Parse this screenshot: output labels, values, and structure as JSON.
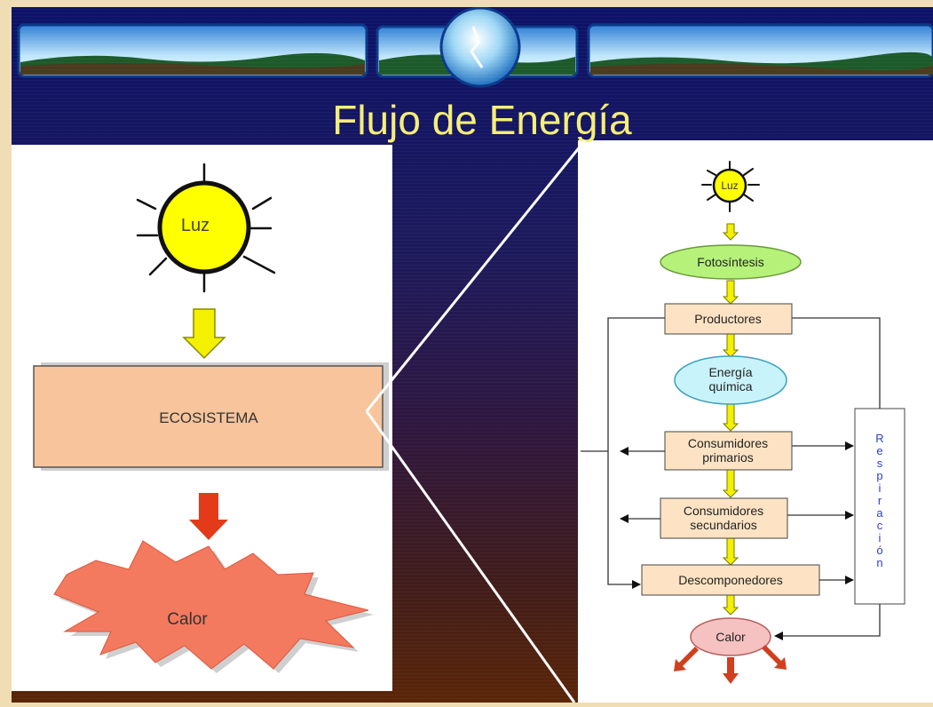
{
  "slide": {
    "title": "Flujo de Energía"
  },
  "left_diagram": {
    "sun_label": "Luz",
    "ecosystem_label": "ECOSISTEMA",
    "heat_label": "Calor"
  },
  "right_diagram": {
    "sun_label": "Luz",
    "photosynthesis": "Fotosíntesis",
    "producers": "Productores",
    "chemical_energy_line1": "Energía",
    "chemical_energy_line2": "química",
    "primary_consumers_line1": "Consumidores",
    "primary_consumers_line2": "primarios",
    "secondary_consumers_line1": "Consumidores",
    "secondary_consumers_line2": "secundarios",
    "decomposers": "Descomponedores",
    "heat": "Calor",
    "respiration_letters": [
      "R",
      "e",
      "s",
      "p",
      "i",
      "r",
      "a",
      "c",
      "i",
      "ó",
      "n"
    ]
  },
  "colors": {
    "title_yellow": "#f5ee7a",
    "ecosystem_fill": "#f7c49b",
    "heat_burst": "#f47a5f",
    "sun_yellow": "#ffff00",
    "photosynthesis_green": "#b6f27a",
    "box_fill": "#fde3c4",
    "energy_cyan": "#c9f3fb",
    "heat_pink": "#f6c1c1",
    "arrow_yellow": "#f3f000",
    "arrow_red": "#e33a1a"
  }
}
